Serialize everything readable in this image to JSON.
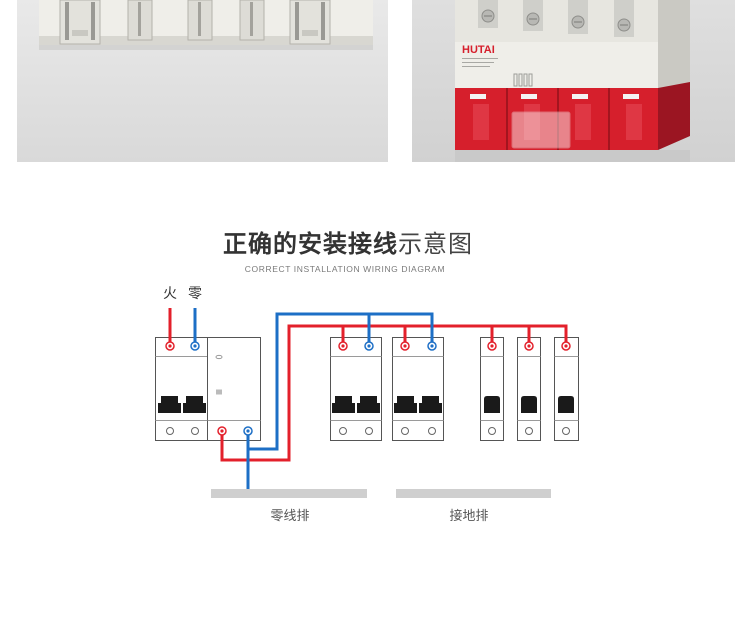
{
  "photos": {
    "brand_mark": "HUTAI"
  },
  "diagram": {
    "title_bold": "正确的安装接线",
    "title_regular": "示意图",
    "subtitle": "CORRECT INSTALLATION WIRING DIAGRAM",
    "live_label": "火",
    "neutral_label": "零",
    "neutral_bar_label": "零线排",
    "ground_bar_label": "接地排"
  },
  "colors": {
    "live_wire": "#e3202b",
    "neutral_wire": "#1d6fc6",
    "brand_red": "#d61f2c",
    "busbar": "#cfcfcf",
    "handle": "#1a1a1a",
    "title_text": "#333333"
  }
}
